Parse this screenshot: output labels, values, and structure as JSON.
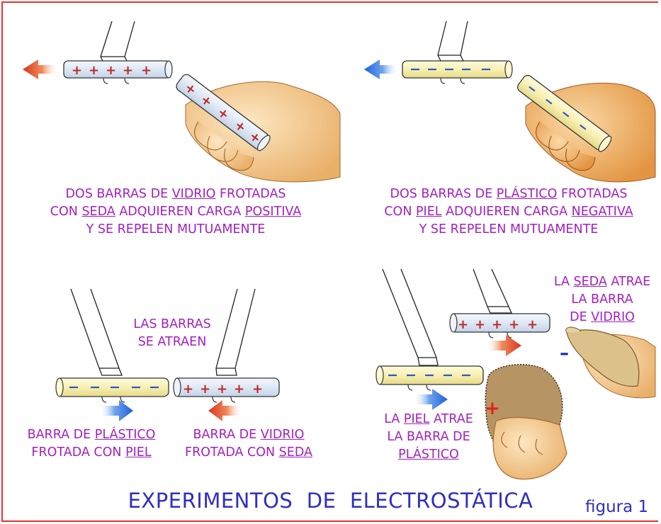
{
  "panels": {
    "p1": {
      "line1_a": "DOS BARRAS DE ",
      "line1_u": "VIDRIO",
      "line1_b": " FROTADAS",
      "line2_a": "CON ",
      "line2_u1": "SEDA",
      "line2_b": " ADQUIEREN CARGA ",
      "line2_u2": "POSITIVA",
      "line3": "Y SE REPELEN MUTUAMENTE"
    },
    "p2": {
      "line1_a": "DOS BARRAS DE ",
      "line1_u": "PLÁSTICO",
      "line1_b": " FROTADAS",
      "line2_a": "CON ",
      "line2_u1": "PIEL",
      "line2_b": " ADQUIEREN CARGA ",
      "line2_u2": "NEGATIVA",
      "line3": "Y SE REPELEN MUTUAMENTE"
    },
    "p3": {
      "attract_line1": "LAS BARRAS",
      "attract_line2": "SE ATRAEN",
      "left_line1_a": "BARRA DE ",
      "left_line1_u": "PLÁSTICO",
      "left_line2_a": "FROTADA CON ",
      "left_line2_u": "PIEL",
      "right_line1_a": "BARRA DE ",
      "right_line1_u": "VIDRIO",
      "right_line2_a": "FROTADA CON ",
      "right_line2_u": "SEDA"
    },
    "p4": {
      "silk_line1_a": "LA ",
      "silk_line1_u": "SEDA",
      "silk_line1_b": " ATRAE",
      "silk_line2": "LA BARRA",
      "silk_line3_a": "DE ",
      "silk_line3_u": "VIDRIO",
      "fur_line1_a": "LA ",
      "fur_line1_u": "PIEL",
      "fur_line1_b": " ATRAE",
      "fur_line2": "LA BARRA DE",
      "fur_line3_u": "PLÁSTICO",
      "plus_sign": "+",
      "minus_sign": "–"
    }
  },
  "title": "EXPERIMENTOS  DE  ELECTROSTÁTICA",
  "figure_label": "figura 1",
  "colors": {
    "border": "#e8332e",
    "caption": "#a31fbf",
    "title": "#2f2fc0",
    "glass_rod": "#dde8f4",
    "plastic_rod": "#f7f0b0",
    "positive": "#c0282a",
    "negative": "#2a58c8",
    "arrow_red": "#e0472a",
    "arrow_blue": "#2a6ee0",
    "skin": "#f2c48a",
    "fur": "#b69463",
    "silk": "#dcc28a"
  }
}
